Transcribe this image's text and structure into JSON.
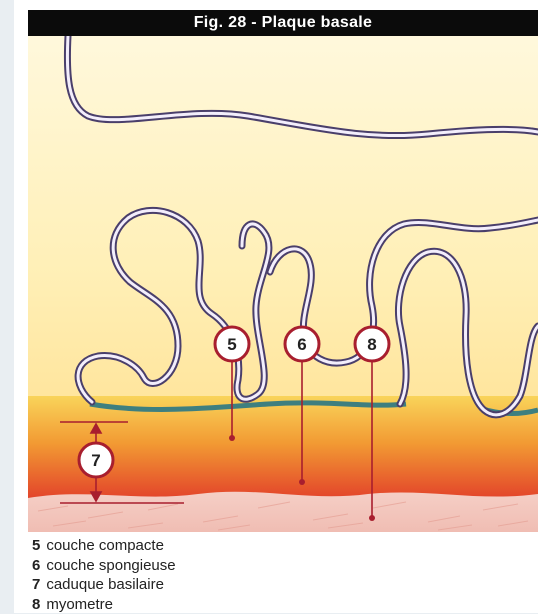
{
  "figure": {
    "title": "Fig. 28 - Plaque basale",
    "markers": [
      {
        "id": "5",
        "label": "5"
      },
      {
        "id": "6",
        "label": "6"
      },
      {
        "id": "8",
        "label": "8"
      },
      {
        "id": "7",
        "label": "7"
      }
    ],
    "legend": [
      {
        "number": "5",
        "text": "couche compacte"
      },
      {
        "number": "6",
        "text": "couche spongieuse"
      },
      {
        "number": "7",
        "text": "caduque basilaire"
      },
      {
        "number": "8",
        "text": "myometre"
      }
    ],
    "colors": {
      "intervillous_space": "#fff3c4",
      "villus_outline": "#4a3f6b",
      "decidua_top": "#f7c84a",
      "decidua_bottom": "#e8452a",
      "myometrium": "#f2c4bd",
      "basal_membrane": "#3e7f7f",
      "marker_ring": "#a81e2e",
      "leader_line": "#a81e2e"
    }
  }
}
